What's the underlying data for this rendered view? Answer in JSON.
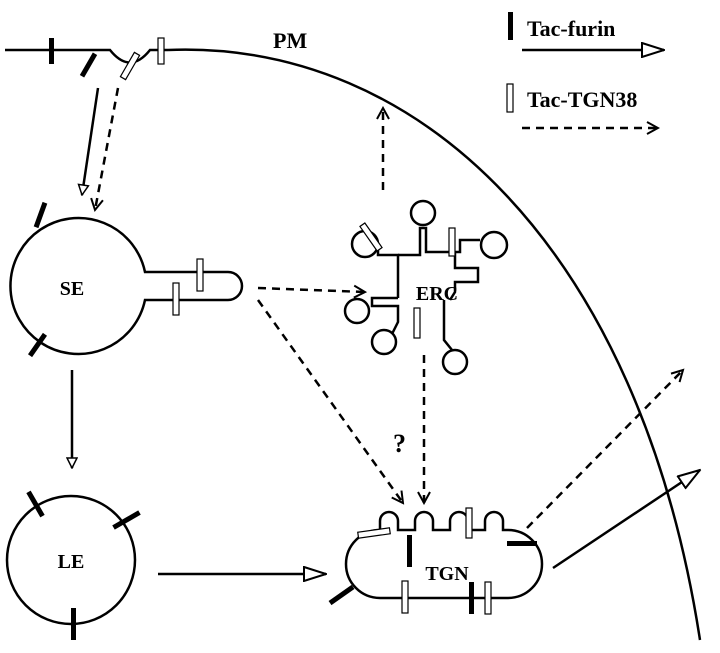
{
  "labels": {
    "pm": "PM",
    "se": "SE",
    "le": "LE",
    "erc": "ERC",
    "tgn": "TGN",
    "question": "?"
  },
  "legend": {
    "tac_furin": "Tac-furin",
    "tac_tgn38": "Tac-TGN38"
  },
  "colors": {
    "ink": "#000000",
    "background": "#ffffff"
  }
}
